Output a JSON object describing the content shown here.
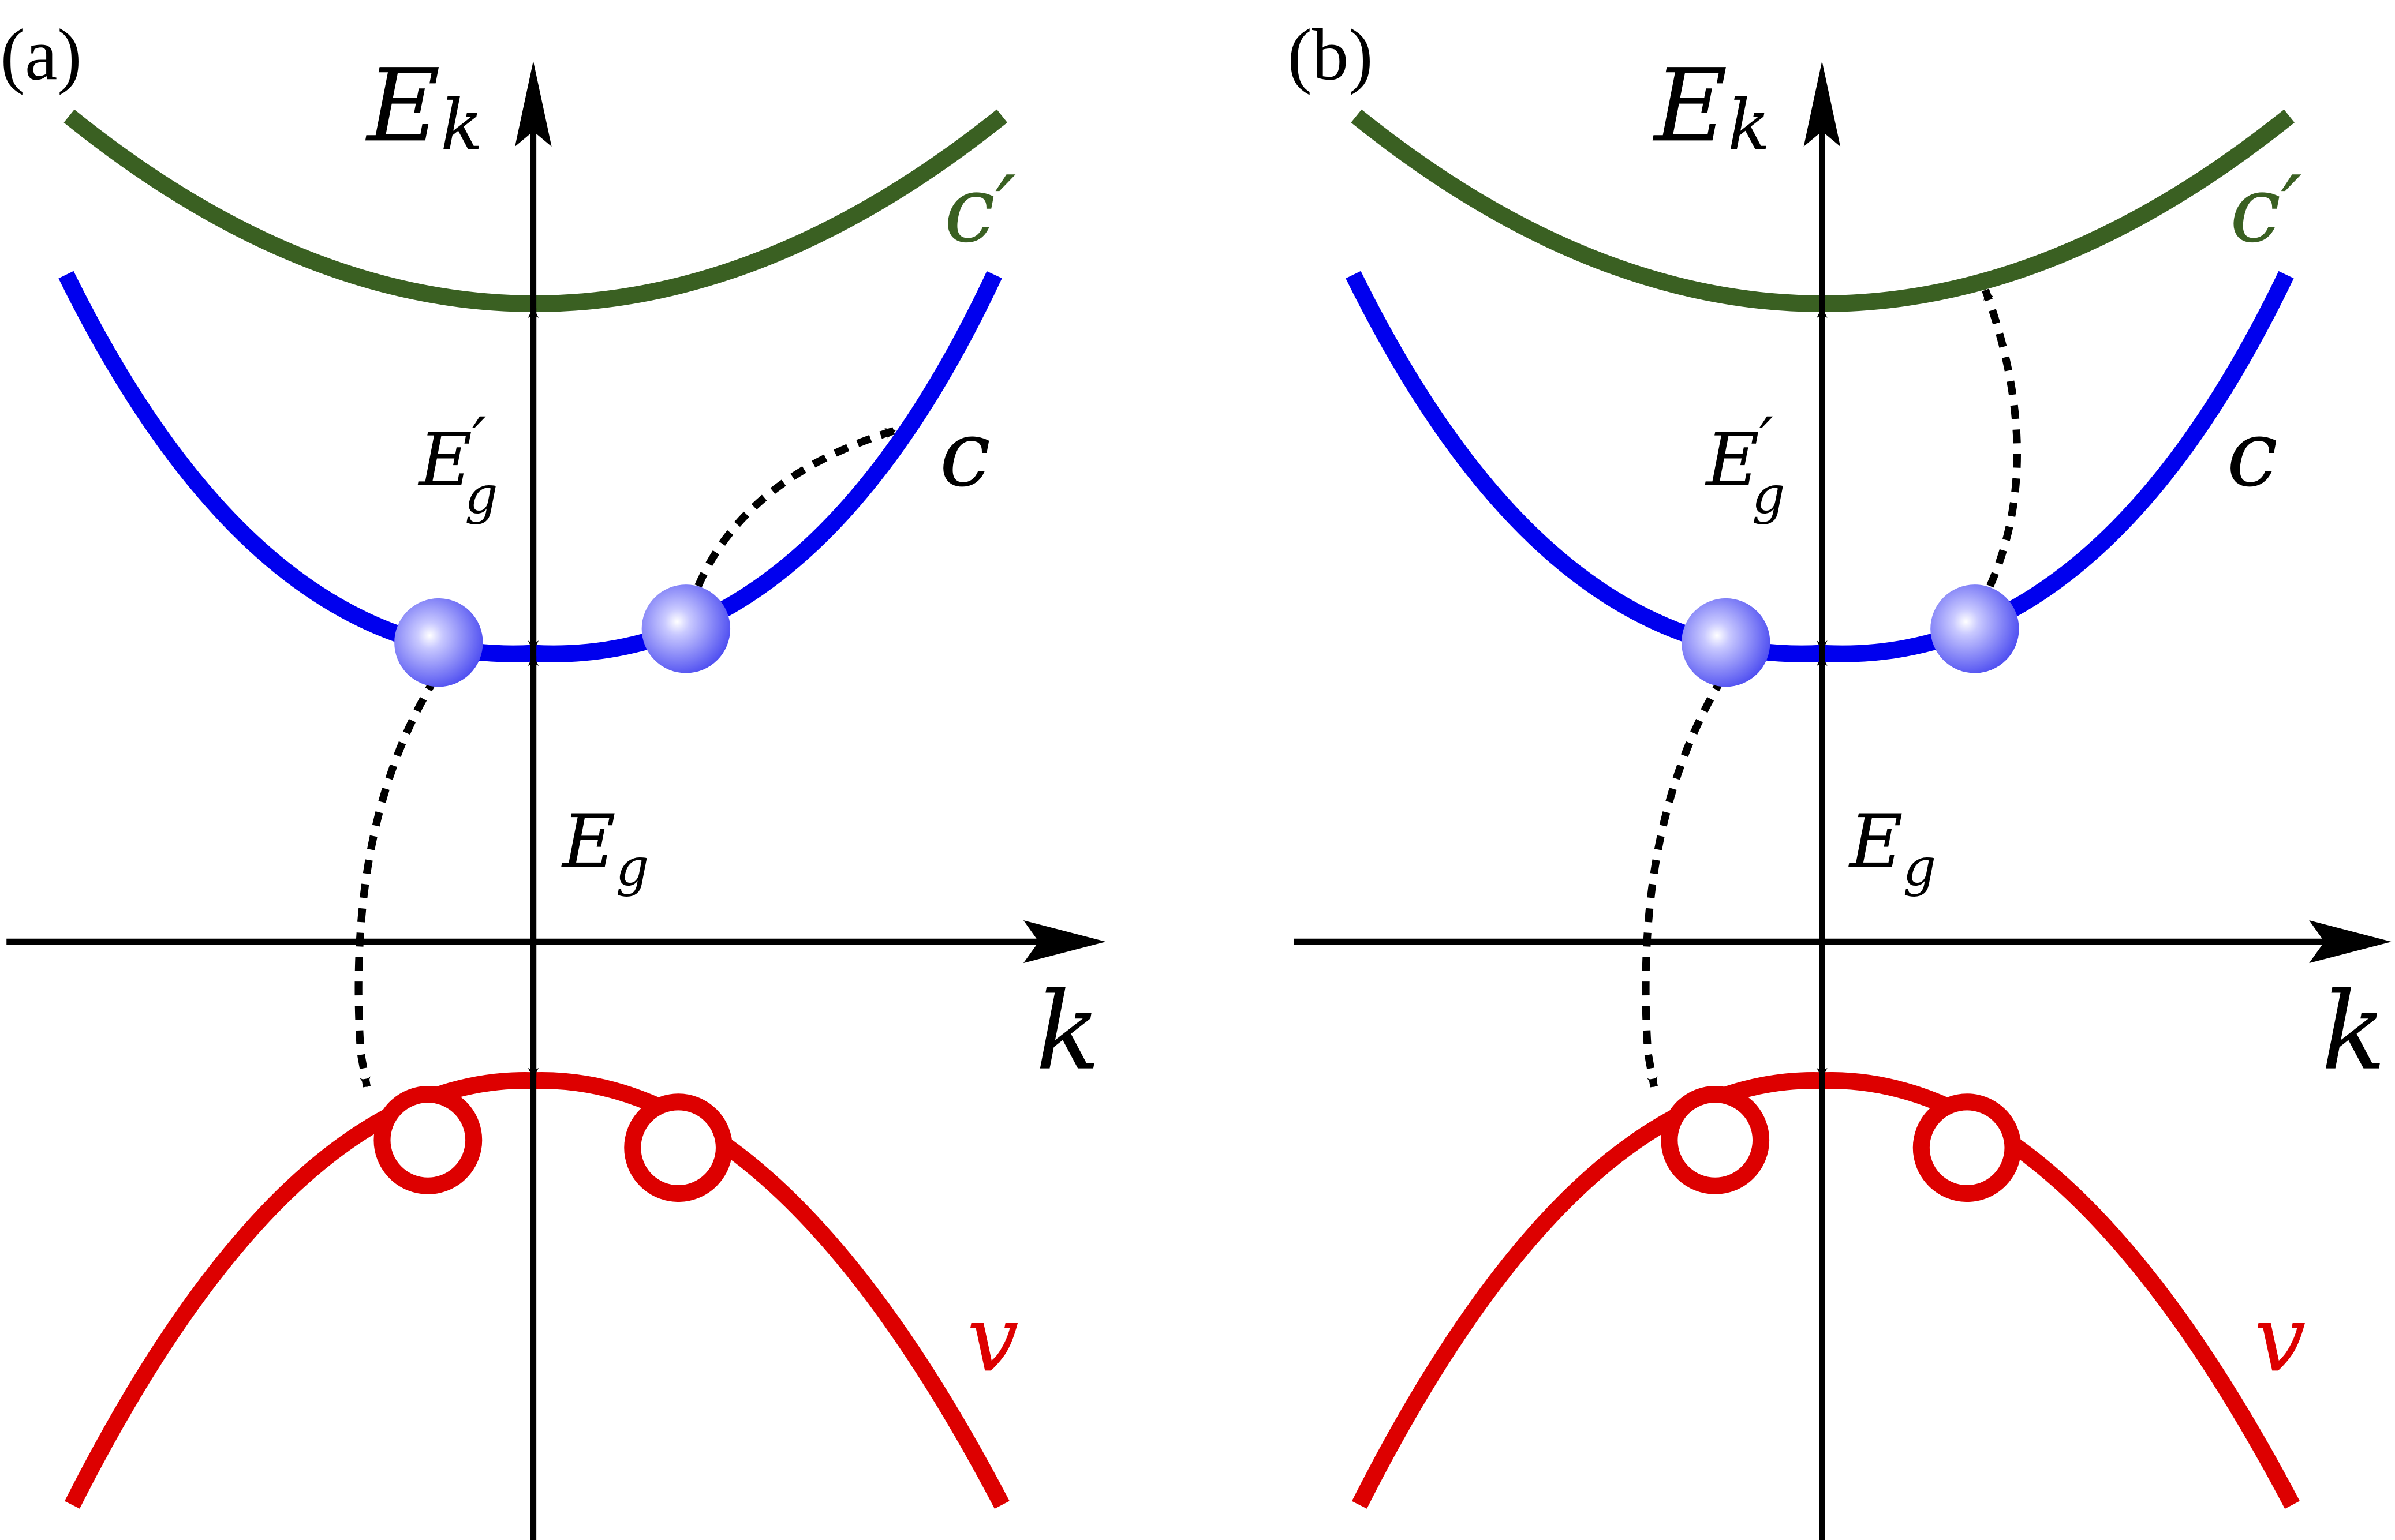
{
  "panels": [
    {
      "id": "a",
      "label": "(a)",
      "energy_axis_label": {
        "main": "E",
        "sub": "k"
      },
      "momentum_axis_label": "k",
      "gap_primary": {
        "main": "E",
        "sub": "g"
      },
      "gap_secondary": {
        "main": "E",
        "prime": "′",
        "sub": "g"
      },
      "bands": {
        "upper_conduction": "c′",
        "conduction": "c",
        "valence": "v"
      },
      "intraband_transition": "c-to-c"
    },
    {
      "id": "b",
      "label": "(b)",
      "energy_axis_label": {
        "main": "E",
        "sub": "k"
      },
      "momentum_axis_label": "k",
      "gap_primary": {
        "main": "E",
        "sub": "g"
      },
      "gap_secondary": {
        "main": "E",
        "prime": "′",
        "sub": "g"
      },
      "bands": {
        "upper_conduction": "c′",
        "conduction": "c",
        "valence": "v"
      },
      "intraband_transition": "c-to-c-prime"
    }
  ],
  "colors": {
    "upper_conduction": "#3a6022",
    "conduction": "#0000ee",
    "valence": "#dd0000",
    "axes": "#000000",
    "electron_fill": "#5c5cff",
    "hole_fill": "#ffffff",
    "label_text": "#000000"
  }
}
